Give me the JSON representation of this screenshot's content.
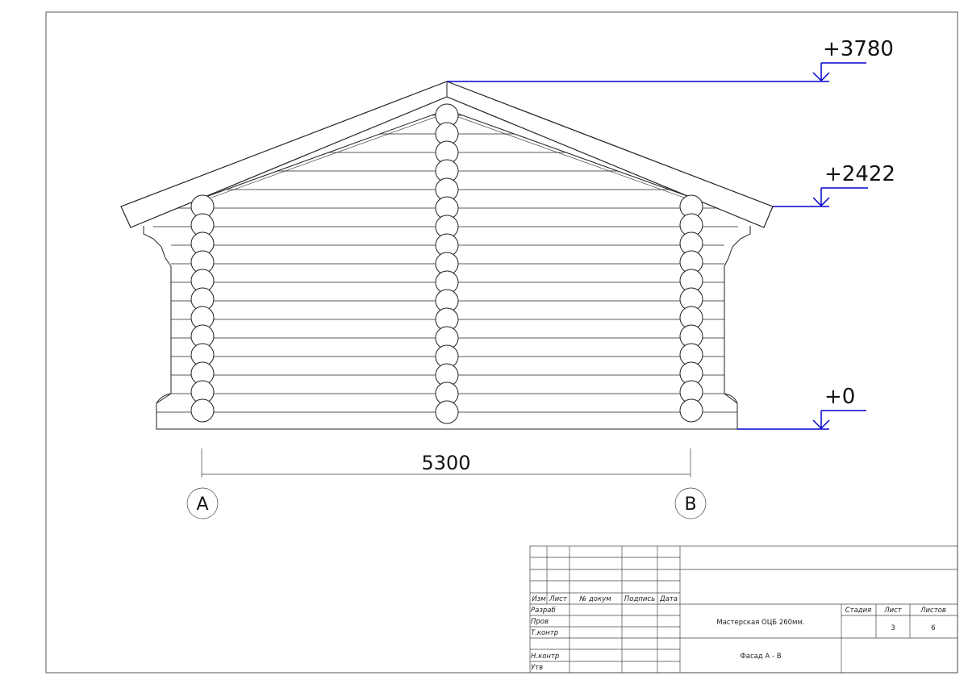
{
  "elevations": [
    {
      "label": "+3780"
    },
    {
      "label": "+2422"
    },
    {
      "label": "+0"
    }
  ],
  "dimension": {
    "label": "5300"
  },
  "axes": [
    {
      "label": "А"
    },
    {
      "label": "В"
    }
  ],
  "title_block": {
    "col_headers": [
      "Изм",
      "Лист",
      "№ докум",
      "Подпись",
      "Дата"
    ],
    "row_labels": [
      "Разраб",
      "Пров",
      "Т.контр",
      "",
      "Н.контр",
      "Утв"
    ],
    "project": "Мастерская ОЦБ 260мм.",
    "sheet_title": "Фасад А - В",
    "stage_label": "Стадия",
    "sheet_label": "Лист",
    "sheets_label": "Листов",
    "sheet_value": "3",
    "sheets_value": "6"
  },
  "colors": {
    "elevation_lines": "#0000cc",
    "drawing_lines": "#222222"
  }
}
